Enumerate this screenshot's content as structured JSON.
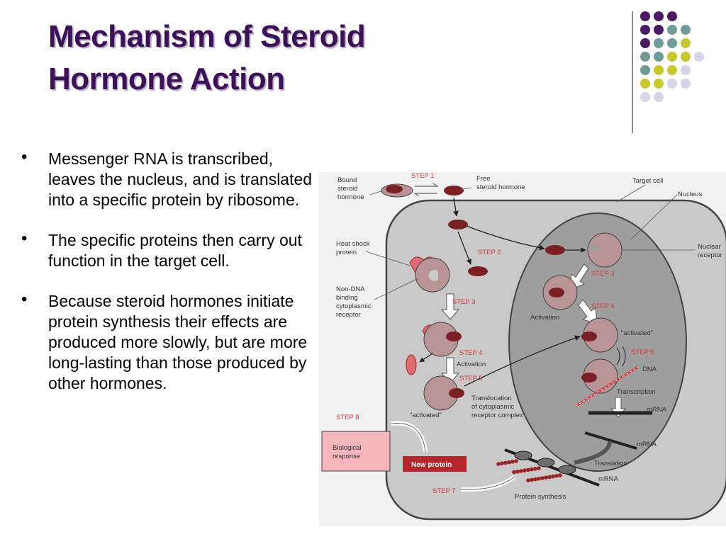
{
  "slide": {
    "title_lines": [
      "Mechanism of Steroid",
      "Hormone Action"
    ],
    "bullets": [
      "Messenger RNA is transcribed, leaves the nucleus, and is translated into a specific protein by ribosome.",
      "The specific proteins then carry out function in the target cell.",
      "Because steroid hormones initiate protein synthesis their effects are produced more slowly, but are more long-lasting than those produced by other hormones."
    ],
    "bullet_symbol": "•"
  },
  "colors": {
    "title": "#3b1259",
    "purple": "#4b1a64",
    "teal": "#6f9b98",
    "olive": "#c5c92c",
    "lavender": "#d6d4e6",
    "step_red": "#d9363c",
    "hormone": "#7a1f24",
    "receptor": "#b89496",
    "cell": "#c9c9c9",
    "nucleus": "#9e9e9e"
  },
  "decor": {
    "dot_grid": [
      [
        "purple",
        "purple",
        "purple"
      ],
      [
        "purple",
        "purple",
        "teal",
        "teal"
      ],
      [
        "purple",
        "teal",
        "teal",
        "olive"
      ],
      [
        "teal",
        "teal",
        "olive",
        "olive",
        "lavender"
      ],
      [
        "teal",
        "olive",
        "olive",
        "lavender"
      ],
      [
        "olive",
        "olive",
        "lavender",
        "lavender"
      ],
      [
        "lavender",
        "lavender"
      ]
    ]
  },
  "diagram": {
    "labels": {
      "bound": [
        "Bound",
        "steroid",
        "hormone"
      ],
      "free": [
        "Free",
        "steroid hormone"
      ],
      "target_cell": "Target cell",
      "nucleus": "Nucleus",
      "nuclear_receptor": [
        "Nuclear",
        "receptor"
      ],
      "heat_shock": [
        "Heat shock",
        "protein"
      ],
      "non_dna": [
        "Non-DNA",
        "binding",
        "cytoplasmic",
        "receptor"
      ],
      "activation_left": "Activation",
      "activated_left": "\"activated\"",
      "translocation": [
        "Translocation",
        "of cytoplasmic",
        "receptor complex"
      ],
      "activation_nuc": "Activation",
      "activated_nuc": "\"activated\"",
      "dna": "DNA",
      "transcription": "Transcription",
      "mrna_1": "mRNA",
      "mrna_2": "mRNA",
      "mrna_3": "mRNA",
      "translation": "Translation",
      "protein_synthesis": "Protein synthesis",
      "new_protein": "New protein",
      "biological_response": [
        "Biological",
        "response"
      ]
    },
    "steps": {
      "s1": "STEP 1",
      "s2": "STEP 2",
      "s3_left": "STEP 3",
      "s3_nuc": "STEP 3",
      "s4_left": "STEP 4",
      "s4_nuc": "STEP 4",
      "s5": "STEP 5",
      "s6": "STEP 6",
      "s7": "STEP 7",
      "s8": "STEP 8"
    }
  }
}
